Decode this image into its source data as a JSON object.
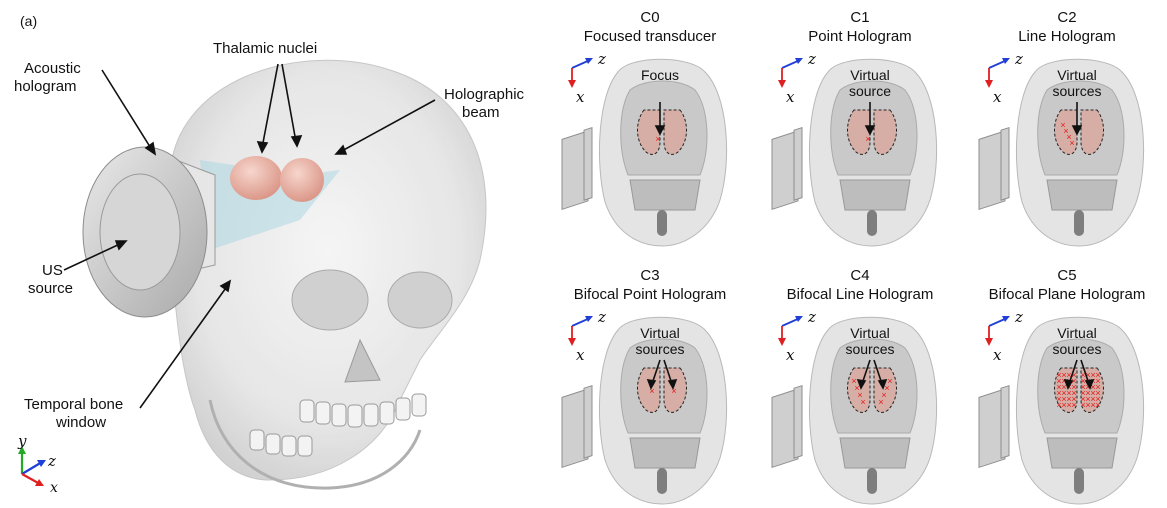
{
  "panel_label": "(a)",
  "main": {
    "labels": {
      "thalamic": "Thalamic nuclei",
      "acoustic_1": "Acoustic",
      "acoustic_2": "hologram",
      "holographic_1": "Holographic",
      "holographic_2": "beam",
      "us_1": "US",
      "us_2": "source",
      "temporal_1": "Temporal bone",
      "temporal_2": "window"
    },
    "axes": {
      "y": "y",
      "z": "z",
      "x": "x"
    }
  },
  "configs": [
    {
      "id": "C0",
      "name": "Focused transducer",
      "callout": [
        "Focus"
      ],
      "marker": "point-single"
    },
    {
      "id": "C1",
      "name": "Point Hologram",
      "callout": [
        "Virtual",
        "source"
      ],
      "marker": "point-single"
    },
    {
      "id": "C2",
      "name": "Line Hologram",
      "callout": [
        "Virtual",
        "sources"
      ],
      "marker": "line-single"
    },
    {
      "id": "C3",
      "name": "Bifocal Point Hologram",
      "callout": [
        "Virtual",
        "sources"
      ],
      "marker": "point-double"
    },
    {
      "id": "C4",
      "name": "Bifocal Line Hologram",
      "callout": [
        "Virtual",
        "sources"
      ],
      "marker": "line-double"
    },
    {
      "id": "C5",
      "name": "Bifocal Plane Hologram",
      "callout": [
        "Virtual",
        "sources"
      ],
      "marker": "plane-double"
    }
  ],
  "axis_labels": {
    "z": "z",
    "x": "x"
  },
  "colors": {
    "axis_x": "#e02020",
    "axis_y": "#22aa22",
    "axis_z": "#1f3fd6",
    "marker": "#e31b1b",
    "thalamus": "#e8b4a8",
    "beam": "#9fd4e0"
  }
}
